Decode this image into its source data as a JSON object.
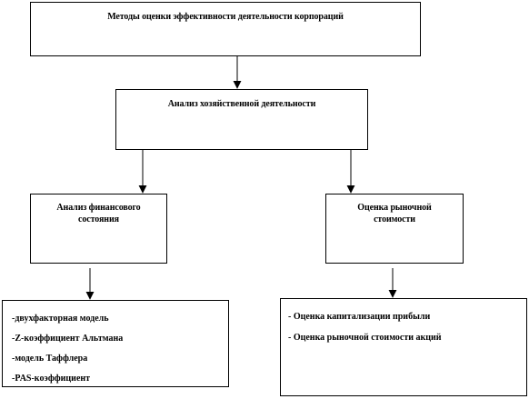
{
  "diagram": {
    "root": {
      "title": "Методы оценки эффективности деятельности корпораций"
    },
    "analysis": {
      "title": "Анализ хозяйственной деятельности"
    },
    "financial": {
      "title": "Анализ финансового состояния"
    },
    "market": {
      "title": "Оценка рыночной стоимости"
    },
    "financial_methods": {
      "items": [
        "-двухфакторная модель",
        "-Z-коэффициент Альтмана",
        "-модель Таффлера",
        "-PAS-коэффициент"
      ]
    },
    "market_methods": {
      "items": [
        "- Оценка капитализации прибыли",
        "- Оценка рыночной стоимости акций"
      ]
    }
  },
  "colors": {
    "line": "#000000",
    "box_border": "#000000",
    "background": "#ffffff"
  }
}
